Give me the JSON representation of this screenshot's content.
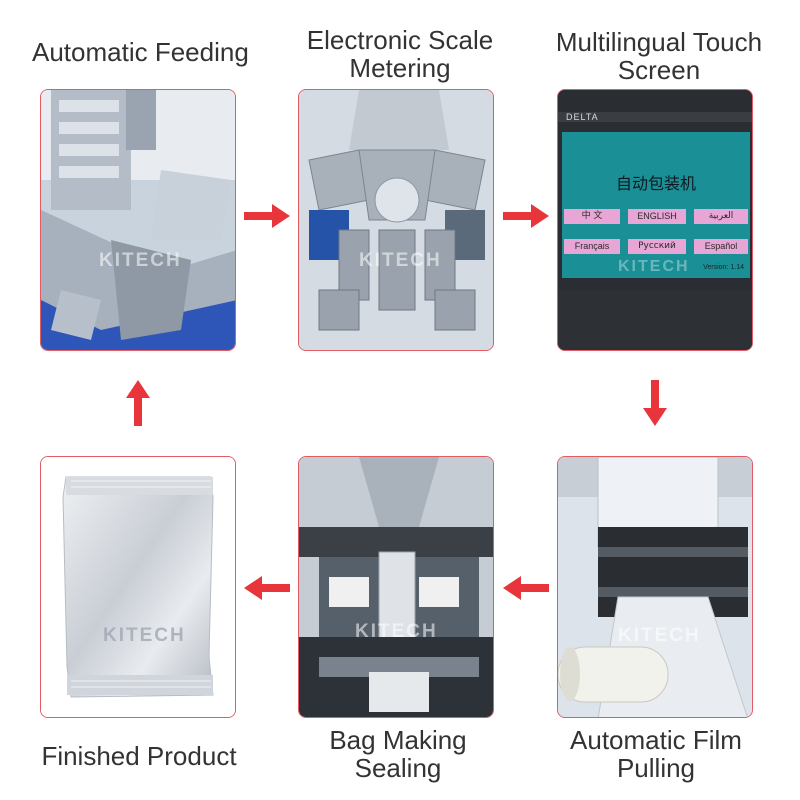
{
  "steps": [
    {
      "id": "feeding",
      "title_lines": [
        "Automatic Feeding"
      ]
    },
    {
      "id": "scale",
      "title_lines": [
        "Electronic Scale",
        "Metering"
      ]
    },
    {
      "id": "touch",
      "title_lines": [
        "Multilingual Touch",
        "Screen"
      ]
    },
    {
      "id": "film",
      "title_lines": [
        "Automatic Film",
        "Pulling"
      ]
    },
    {
      "id": "sealing",
      "title_lines": [
        "Bag Making",
        "Sealing"
      ]
    },
    {
      "id": "finished",
      "title_lines": [
        "Finished Product"
      ]
    }
  ],
  "watermark": "KITECH",
  "touch_screen": {
    "brand": "DELTA",
    "title_cn": "自动包装机",
    "languages": [
      "中  文",
      "ENGLISH",
      "العربية",
      "Français",
      "Русский",
      "Español"
    ],
    "version": "Version: 1.14"
  },
  "colors": {
    "accent": "#e8353c",
    "border": "#e25a62",
    "label": "#333333"
  }
}
